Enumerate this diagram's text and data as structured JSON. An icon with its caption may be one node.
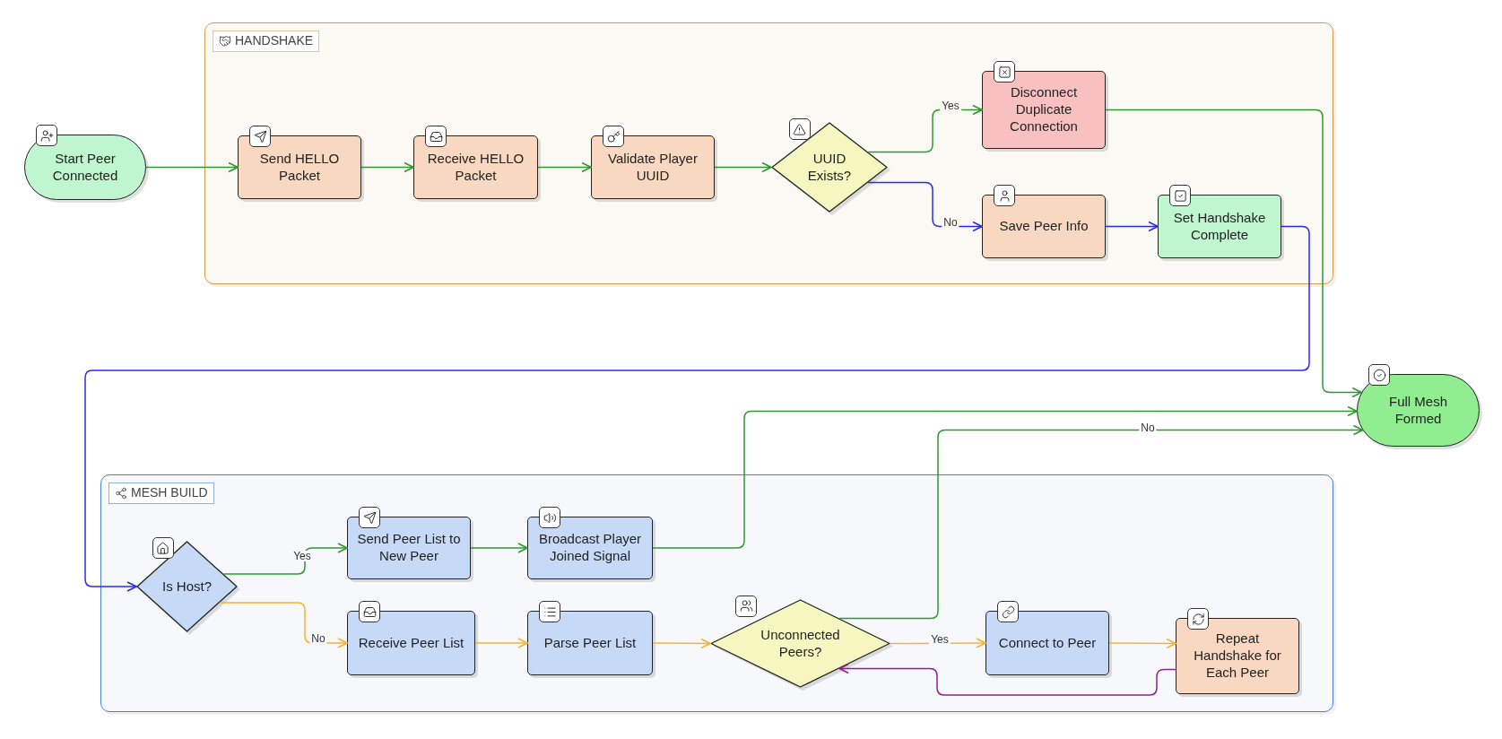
{
  "diagram": {
    "nodes": [
      {
        "text": [
          "HANDSHAKE"
        ]
      },
      {
        "text": [
          "Start Peer Connected"
        ]
      },
      {
        "text": [
          "Send HELLO Packet"
        ],
        "in": 0
      },
      {
        "text": [
          "Receive HELLO Packet"
        ],
        "in": 0
      },
      {
        "text": [
          "Validate Player UUID"
        ],
        "in": 0
      },
      {
        "text": [
          "UUID Exists?"
        ],
        "in": 0
      },
      {
        "text": [
          "Disconnect Duplicate Connection"
        ],
        "in": 0
      },
      {
        "text": [
          "Save Peer Info"
        ],
        "in": 0
      },
      {
        "text": [
          "Set Handshake Complete"
        ],
        "in": 0
      },
      {
        "text": [
          "Full Mesh Formed"
        ]
      },
      {
        "text": [
          "MESH BUILD"
        ]
      },
      {
        "text": [
          "Is Host?"
        ],
        "in": 10
      },
      {
        "text": [
          "Send Peer List to New Peer"
        ],
        "in": 10
      },
      {
        "text": [
          "Broadcast Player Joined Signal"
        ],
        "in": 10
      },
      {
        "text": [
          "Receive Peer List"
        ],
        "in": 10
      },
      {
        "text": [
          "Parse Peer List"
        ],
        "in": 10
      },
      {
        "text": [
          "Unconnected Peers?"
        ],
        "in": 10
      },
      {
        "text": [
          "Connect to Peer"
        ],
        "in": 10
      },
      {
        "text": [
          "Repeat Handshake for Each Peer"
        ],
        "in": 10
      }
    ],
    "edges": [
      {
        "from": 1,
        "to": 2,
        "arrow": "to"
      },
      {
        "from": 2,
        "to": 3,
        "arrow": "to"
      },
      {
        "from": 3,
        "to": 4,
        "arrow": "to"
      },
      {
        "from": 4,
        "to": 5,
        "arrow": "to"
      },
      {
        "from": 5,
        "to": 6,
        "arrow": "to",
        "label": "Yes"
      },
      {
        "from": 5,
        "to": 7,
        "arrow": "to",
        "label": "No",
        "color": "#2b2bef"
      },
      {
        "from": 7,
        "to": 8,
        "arrow": "to",
        "color": "#2b2bef"
      },
      {
        "from": 6,
        "to": 9,
        "arrow": "to"
      },
      {
        "from": 8,
        "to": 11,
        "arrow": "to",
        "color": "#2b2bef"
      },
      {
        "from": 11,
        "to": 12,
        "arrow": "to",
        "label": "Yes"
      },
      {
        "from": 12,
        "to": 13,
        "arrow": "to"
      },
      {
        "from": 13,
        "to": 9,
        "arrow": "to"
      },
      {
        "from": 11,
        "to": 14,
        "arrow": "to",
        "label": "No",
        "color": "#f5b335"
      },
      {
        "from": 14,
        "to": 15,
        "arrow": "to",
        "color": "#f5b335"
      },
      {
        "from": 15,
        "to": 16,
        "arrow": "to",
        "color": "#f5b335"
      },
      {
        "from": 16,
        "to": 17,
        "arrow": "to",
        "label": "Yes",
        "color": "#f5b335"
      },
      {
        "from": 17,
        "to": 18,
        "arrow": "to",
        "color": "#f5b335"
      },
      {
        "from": 18,
        "to": 16,
        "arrow": "to",
        "color": "#8e1f8e"
      },
      {
        "from": 16,
        "to": 9,
        "arrow": "to",
        "label": "No"
      }
    ]
  }
}
